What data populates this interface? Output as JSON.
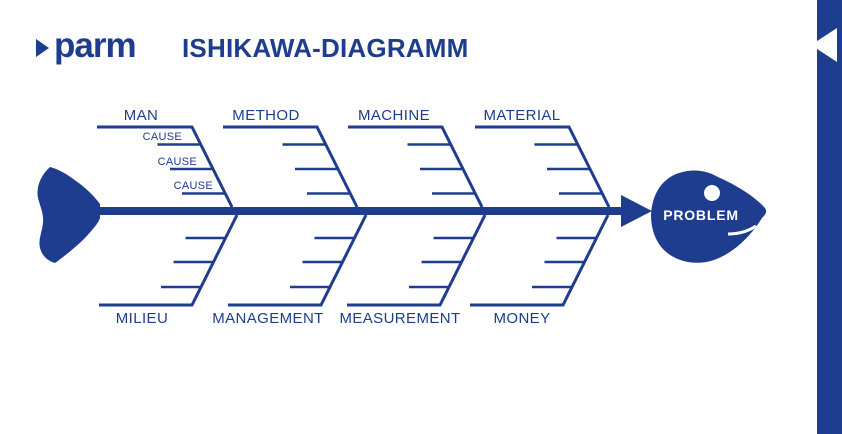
{
  "header": {
    "logo_text": "parm",
    "title": "ISHIKAWA-DIAGRAMM"
  },
  "fish": {
    "problem_label": "PROBLEM"
  },
  "categories": {
    "top": [
      {
        "label": "MAN"
      },
      {
        "label": "METHOD"
      },
      {
        "label": "MACHINE"
      },
      {
        "label": "MATERIAL"
      }
    ],
    "bottom": [
      {
        "label": "MILIEU"
      },
      {
        "label": "MANAGEMENT"
      },
      {
        "label": "MEASUREMENT"
      },
      {
        "label": "MONEY"
      }
    ]
  },
  "causes": {
    "man": [
      "CAUSE",
      "CAUSE",
      "CAUSE"
    ]
  },
  "colors": {
    "primary": "#1e3d8f",
    "background": "#ffffff",
    "problem_text": "#ffffff"
  }
}
